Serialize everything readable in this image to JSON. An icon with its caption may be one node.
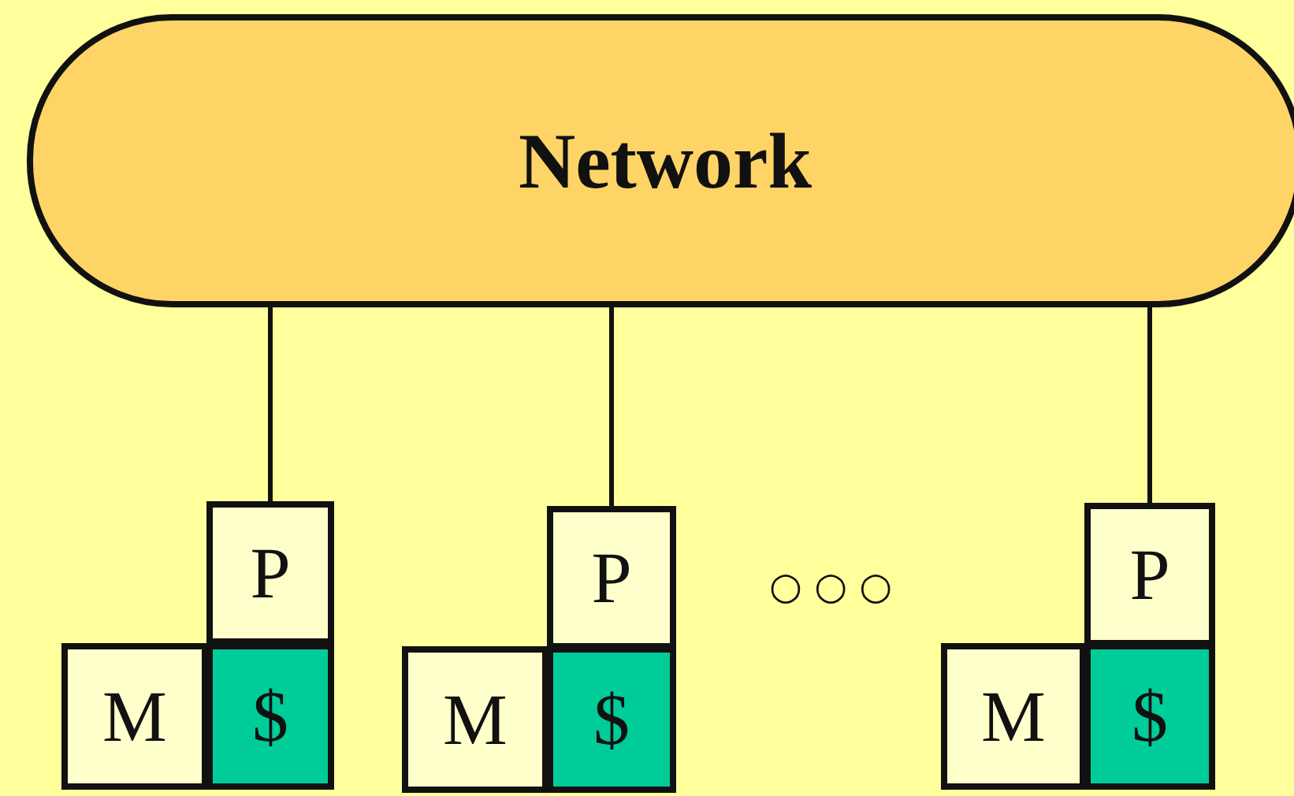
{
  "diagram": {
    "nodes": [
      {
        "text": [
          "Network"
        ]
      },
      {
        "text": [
          "P"
        ]
      },
      {
        "text": [
          "M"
        ]
      },
      {
        "text": [
          "$"
        ]
      },
      {
        "text": [
          "P"
        ]
      },
      {
        "text": [
          "M"
        ]
      },
      {
        "text": [
          "$"
        ]
      },
      {
        "text": [
          "P"
        ]
      },
      {
        "text": [
          "M"
        ]
      },
      {
        "text": [
          "$"
        ]
      }
    ],
    "edges": [
      {
        "from": 0,
        "to": 1,
        "arrow": "none"
      },
      {
        "from": 0,
        "to": 4,
        "arrow": "none"
      },
      {
        "from": 0,
        "to": 7,
        "arrow": "none"
      }
    ],
    "labels": [
      "○ ○ ○"
    ]
  }
}
